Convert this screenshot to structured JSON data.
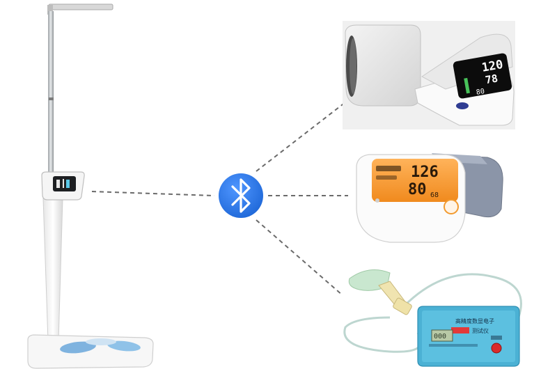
{
  "bluetooth": {
    "icon": "bluetooth-icon",
    "color": "#2f7ff0"
  },
  "devices": {
    "height_scale": {
      "display_value": "0:1"
    },
    "bp_monitor_1": {
      "systolic": "120",
      "diastolic": "78",
      "pulse": "80"
    },
    "bp_monitor_2": {
      "systolic": "126",
      "diastolic": "80",
      "pulse": "68"
    },
    "spirometer": {
      "title": "高精度数显电子",
      "subtitle": "测试仪",
      "display_value": "000"
    }
  },
  "connector": {
    "style": "dashed",
    "color": "#666666"
  }
}
